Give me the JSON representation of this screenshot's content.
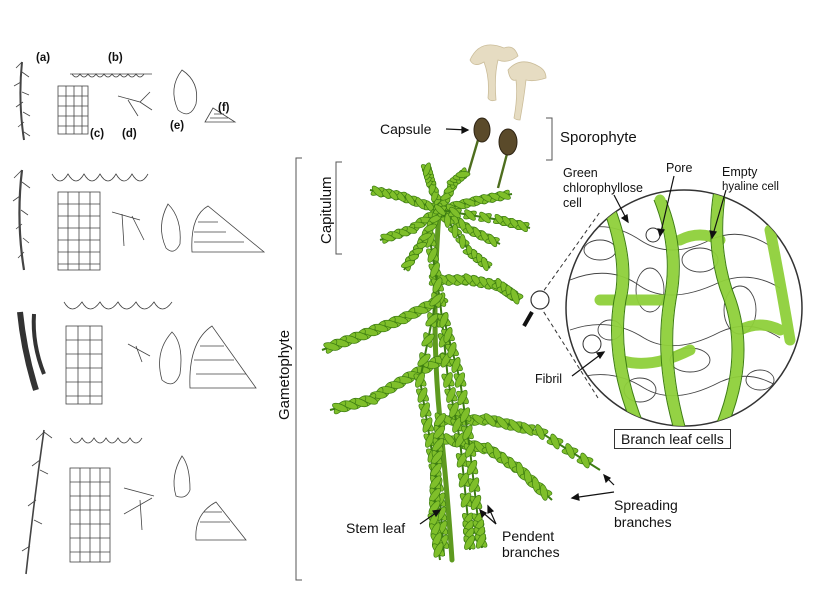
{
  "panel_tags": {
    "a": "(a)",
    "b": "(b)",
    "c": "(c)",
    "d": "(d)",
    "e": "(e)",
    "f": "(f)"
  },
  "labels": {
    "capsule": "Capsule",
    "sporophyte": "Sporophyte",
    "capitulum": "Capitulum",
    "gametophyte": "Gametophyte",
    "green_cell_line1": "Green",
    "green_cell_line2": "chlorophyllose",
    "green_cell_line3": "cell",
    "pore": "Pore",
    "empty_line1": "Empty",
    "empty_line2": "hyaline cell",
    "fibril": "Fibril",
    "branch_leaf_cells": "Branch leaf cells",
    "spreading_line1": "Spreading",
    "spreading_line2": "branches",
    "stem_leaf": "Stem leaf",
    "pendent_line1": "Pendent",
    "pendent_line2": "branches"
  },
  "colors": {
    "leaf": "#7fbf2a",
    "leaf_dark": "#3d7d12",
    "leaf_light": "#a9d85a",
    "capsule": "#5a4a2a",
    "spore": "#e8dcc0",
    "ink": "#222222"
  }
}
